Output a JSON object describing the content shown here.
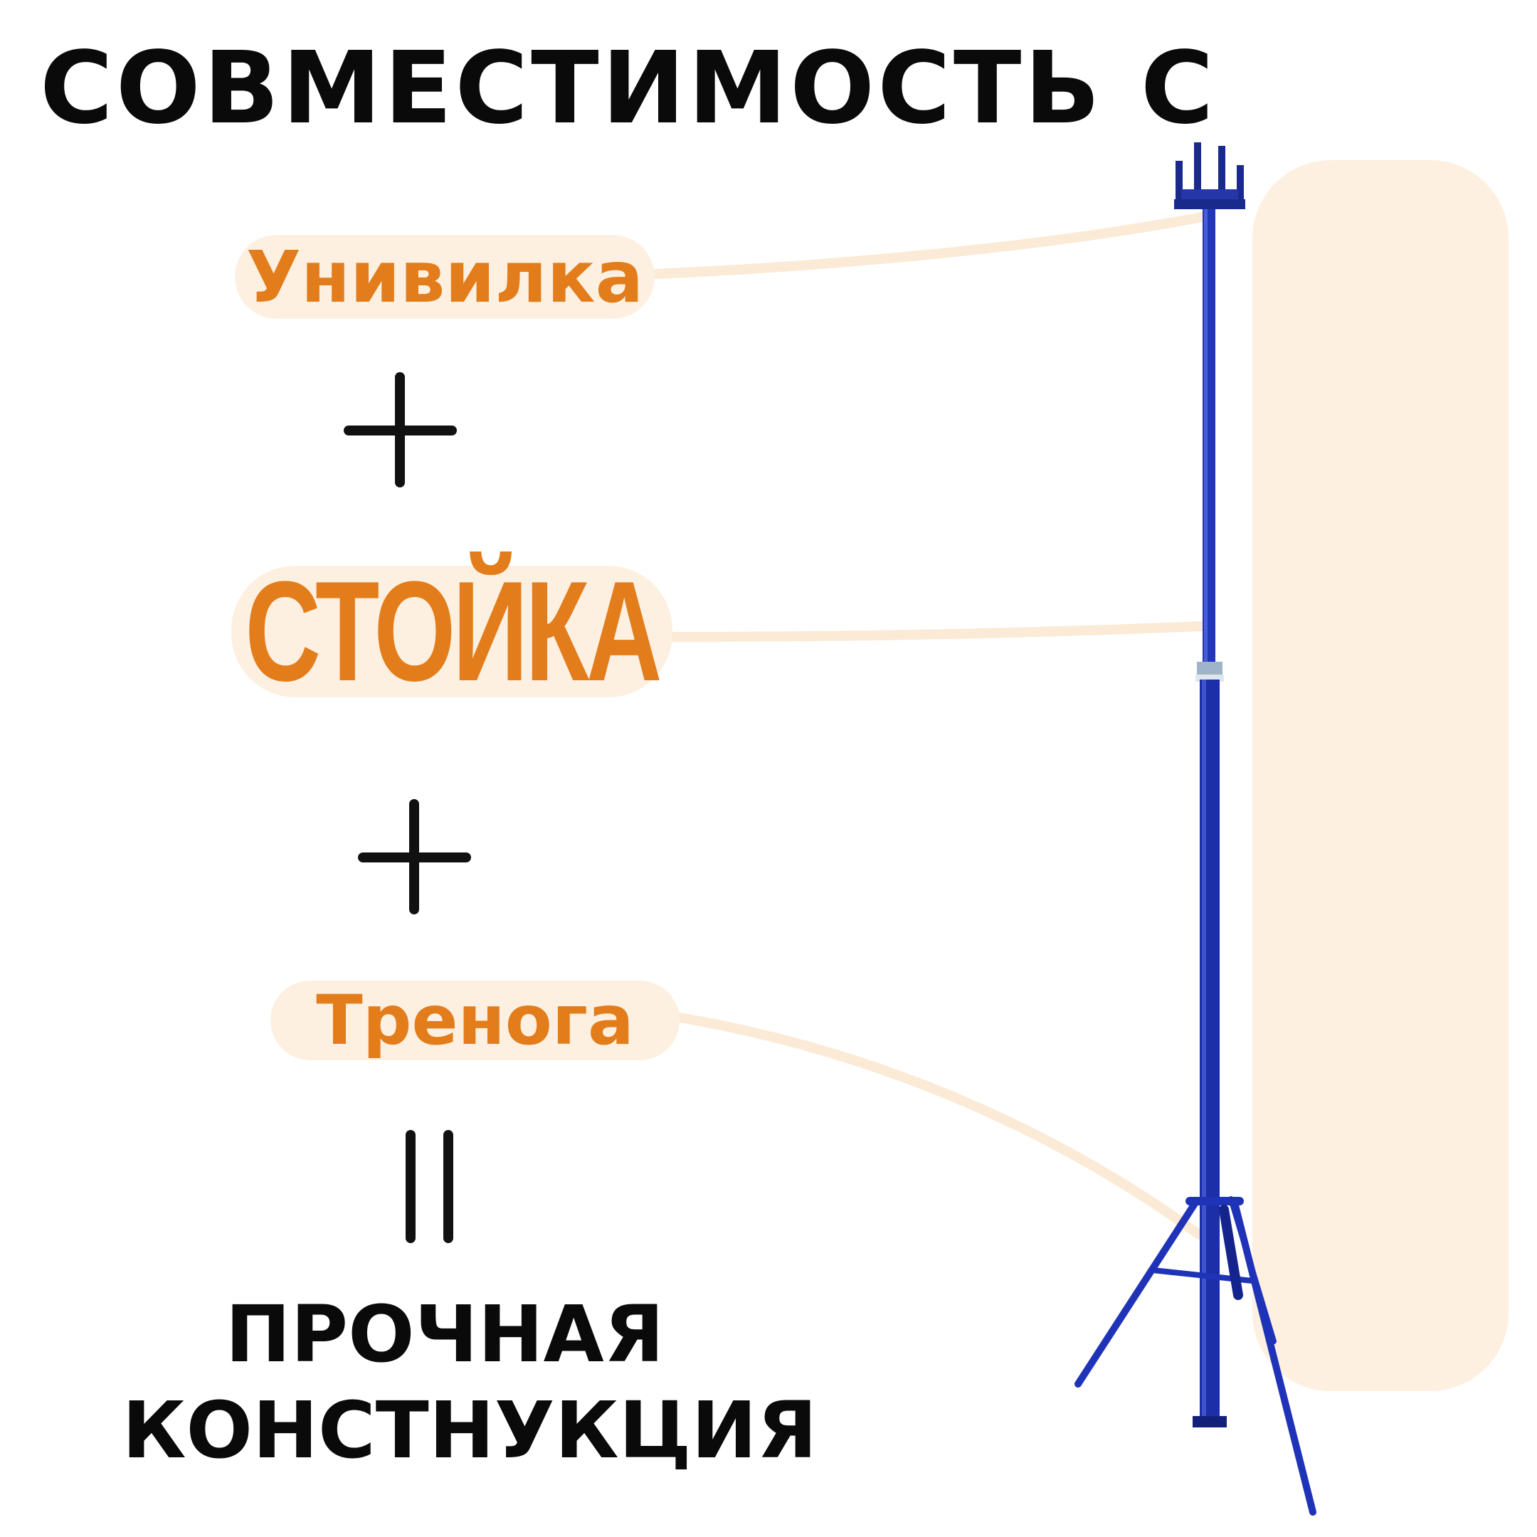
{
  "title": "СОВМЕСТИМОСТЬ С",
  "components": {
    "univilka": "Унивилка",
    "stoyka": "СТОЙКА",
    "trenoga": "Тренога"
  },
  "result": {
    "line1": "ПРОЧНАЯ",
    "line2": "КОНСТНУКЦИЯ"
  },
  "colors": {
    "accent_text": "#e37d1c",
    "pill_background": "#fdf0e1",
    "pole_blue": "#1c2fa8",
    "text_dark": "#0a0a0a"
  },
  "icons": {
    "plus_1": "plus-icon",
    "plus_2": "plus-icon",
    "equals": "equals-icon"
  }
}
